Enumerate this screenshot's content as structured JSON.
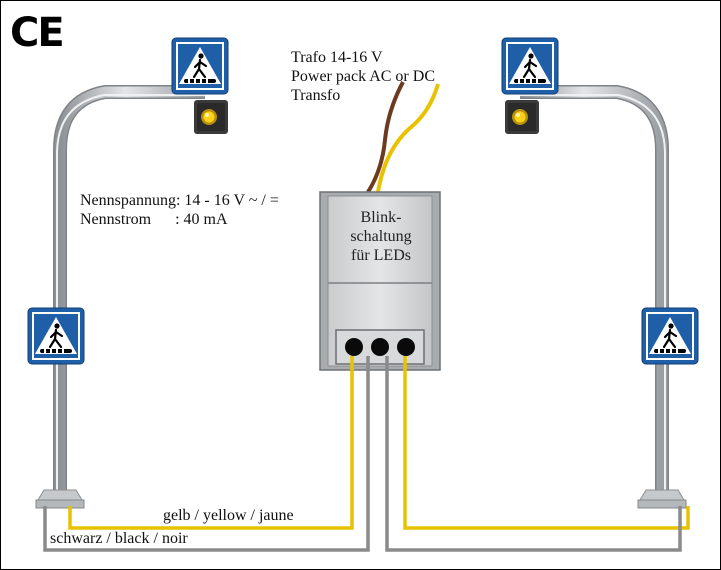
{
  "ce_mark": "CE",
  "power": {
    "line1": "Trafo 14-16 V",
    "line2": "Power pack AC or DC",
    "line3": "Transfo"
  },
  "specs": {
    "line1": "Nennspannung: 14 - 16 V ~ / =",
    "line2": "Nennstrom      : 40 mA"
  },
  "module": {
    "line1": "Blink-",
    "line2": "schaltung",
    "line3": "für LEDs"
  },
  "wires": {
    "yellow_label": "gelb / yellow / jaune",
    "black_label": "schwarz / black / noir"
  },
  "colors": {
    "yellow_wire": "#e8c200",
    "brown_wire": "#6b3a1f",
    "grey_wire": "#8a8a8a",
    "pole": "#b9bcbf",
    "sign_blue": "#1f5fa8"
  }
}
